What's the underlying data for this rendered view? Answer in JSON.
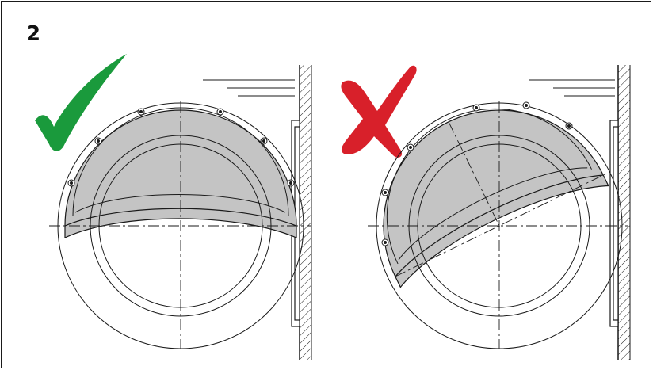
{
  "step": {
    "number": "2"
  },
  "panels": [
    {
      "name": "correct-installation",
      "mark": "check-mark-icon",
      "mark_color": "#1a9a3c"
    },
    {
      "name": "incorrect-installation",
      "mark": "cross-mark-icon",
      "mark_color": "#d8202a"
    }
  ],
  "colors": {
    "shade": "#c4c4c4",
    "shade_dark": "#a9a9a9",
    "line": "#1a1a1a"
  }
}
